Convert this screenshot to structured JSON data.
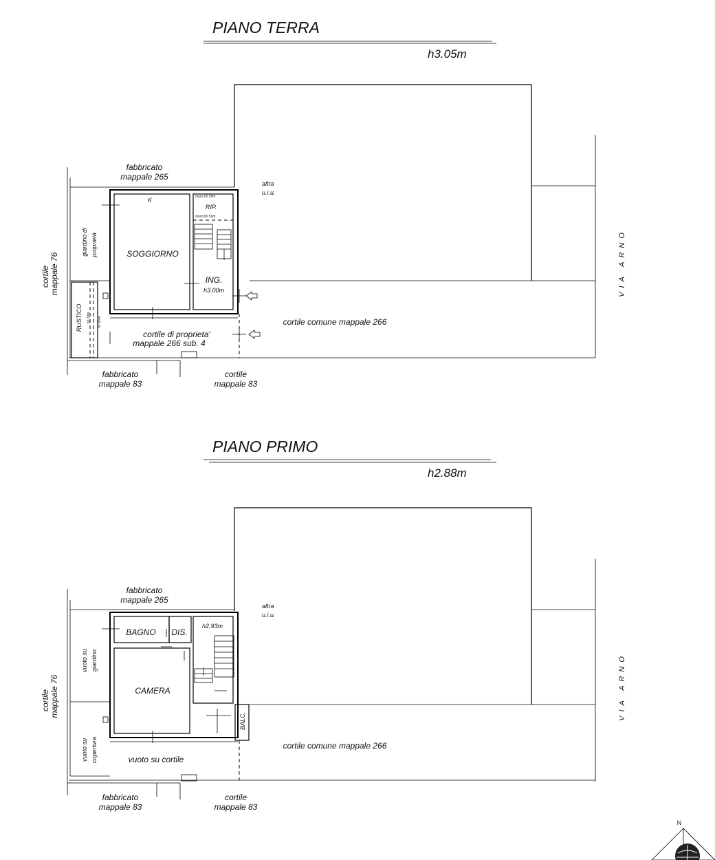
{
  "floors": [
    {
      "title": "PIANO TERRA",
      "height": "h3.05m",
      "labels": {
        "fabbricato_top": [
          "fabbricato",
          "mappale 265"
        ],
        "altra": [
          "altra",
          "u.i.u."
        ],
        "cortile_left": [
          "cortile",
          "mappale 76"
        ],
        "garden": [
          "giardino di",
          "proprietà"
        ],
        "k": "K",
        "rip": "RIP.",
        "muro_1": "muro h0.59m",
        "muro_2": "muro h0.59m",
        "soggiorno": "SOGGIORNO",
        "ing": "ING.",
        "ing_h": "h3.00m",
        "rustico": "RUSTICO",
        "rustico_h1": "h2.10m",
        "rustico_h2": "h1.95m",
        "cortile_prop": [
          "cortile di proprieta'",
          "mappale 266 sub. 4"
        ],
        "cortile_comune": "cortile comune mappale 266",
        "fabbricato_bottom": [
          "fabbricato",
          "mappale 83"
        ],
        "cortile_bottom": [
          "cortile",
          "mappale 83"
        ],
        "via": "VIA ARNO"
      }
    },
    {
      "title": "PIANO PRIMO",
      "height": "h2.88m",
      "labels": {
        "fabbricato_top": [
          "fabbricato",
          "mappale 265"
        ],
        "altra": [
          "altra",
          "u.i.u."
        ],
        "cortile_left": [
          "cortile",
          "mappale 76"
        ],
        "vuoto_giardino": [
          "vuoto su",
          "giardino"
        ],
        "bagno": "BAGNO",
        "dis": "DIS.",
        "stair_h": "h2.93m",
        "camera": "CAMERA",
        "balc": "BALC.",
        "vuoto_copertura": [
          "vuoto su",
          "copertura"
        ],
        "vuoto_cortile": "vuoto su cortile",
        "cortile_comune": "cortile comune mappale 266",
        "fabbricato_bottom": [
          "fabbricato",
          "mappale 83"
        ],
        "cortile_bottom": [
          "cortile",
          "mappale 83"
        ],
        "via": "VIA ARNO"
      }
    }
  ],
  "compass": {
    "north": "N"
  }
}
